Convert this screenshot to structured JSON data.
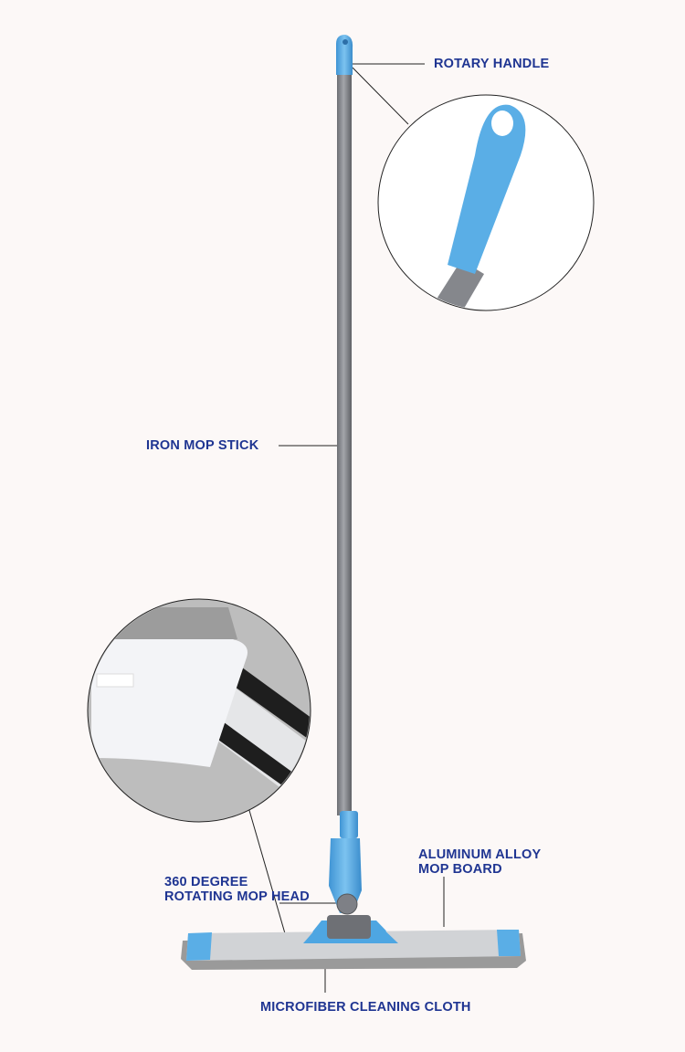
{
  "labels": {
    "rotary_handle": "ROTARY HANDLE",
    "iron_mop_stick": "IRON MOP STICK",
    "rotating_head_line1": "360 DEGREE",
    "rotating_head_line2": "ROTATING MOP HEAD",
    "mop_board_line1": "ALUMINUM ALLOY",
    "mop_board_line2": "MOP BOARD",
    "cleaning_cloth": "MICROFIBER CLEANING CLOTH"
  },
  "colors": {
    "label": "#1f3592",
    "accent_blue": "#5aaee6",
    "stick_gray": "#7d7f84",
    "background": "#fcf8f7"
  }
}
